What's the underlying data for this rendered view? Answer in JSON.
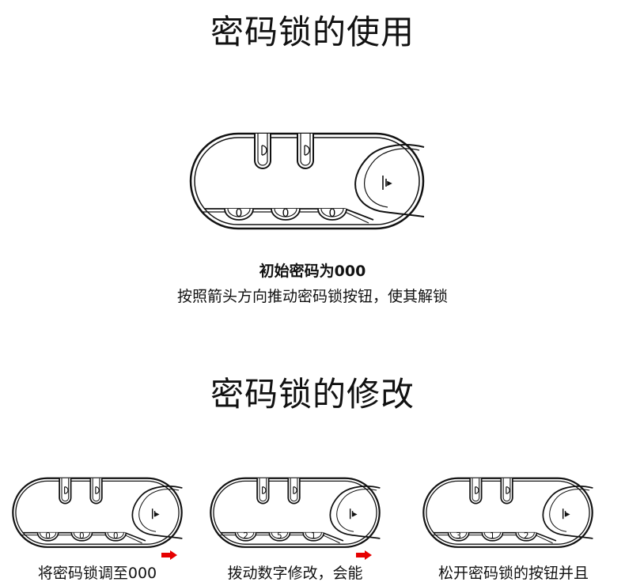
{
  "section1": {
    "title": "密码锁的使用",
    "lock_digits": [
      "0",
      "0",
      "0"
    ],
    "caption_line1": "初始密码为000",
    "caption_line2": "按照箭头方向推动密码锁按钮，使其解锁"
  },
  "section2": {
    "title": "密码锁的修改",
    "steps": [
      {
        "digits": [
          "0",
          "0",
          "0"
        ],
        "caption": "将密码锁调至000"
      },
      {
        "digits": [
          "2",
          "5",
          "1"
        ],
        "caption": "拨动数字修改，会能"
      },
      {
        "digits": [
          "3",
          "1",
          "2"
        ],
        "caption": "松开密码锁的按钮并且"
      }
    ]
  },
  "colors": {
    "outline": "#111111",
    "arrow": "#e60000",
    "background": "#ffffff"
  },
  "icons": [
    "lock-icon",
    "arrow-right-icon"
  ]
}
